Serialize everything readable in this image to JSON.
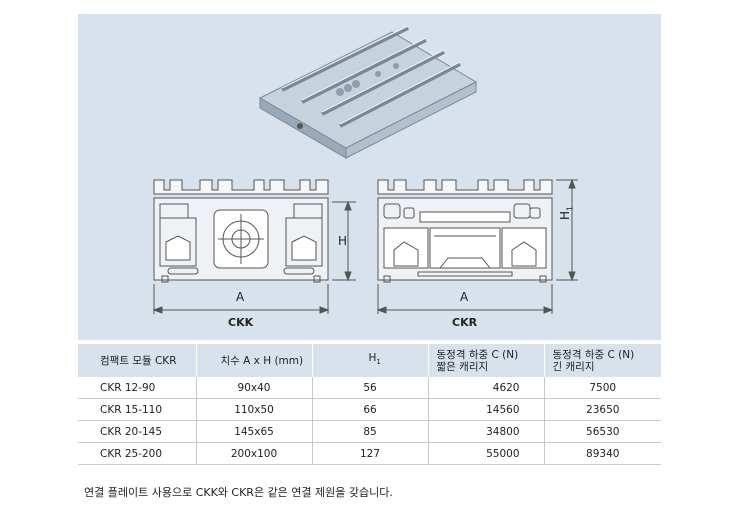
{
  "figure": {
    "captions": {
      "left": "CKK",
      "right": "CKR"
    },
    "dims": {
      "width_label": "A",
      "height_label": "H",
      "height1_main": "H",
      "height1_sub": "1"
    }
  },
  "table": {
    "headers": [
      {
        "line1": "컴팩트 모듈 CKR",
        "line2": ""
      },
      {
        "line1": "치수 A x H (mm)",
        "line2": ""
      },
      {
        "line1": "H",
        "sub": "1",
        "line2": ""
      },
      {
        "line1": "동정격 하중 C (N)",
        "line2": "짧은 캐리지"
      },
      {
        "line1": "동정격 하중 C (N)",
        "line2": "긴 캐리지"
      }
    ],
    "rows": [
      [
        "CKR 12-90",
        "90x40",
        "56",
        "4620",
        "7500"
      ],
      [
        "CKR 15-110",
        "110x50",
        "66",
        "14560",
        "23650"
      ],
      [
        "CKR 20-145",
        "145x65",
        "85",
        "34800",
        "56530"
      ],
      [
        "CKR 25-200",
        "200x100",
        "127",
        "55000",
        "89340"
      ]
    ]
  },
  "note": "연결 플레이트 사용으로 CKK와 CKR은 같은 연결 제원을 갖습니다.",
  "colors": {
    "panel": "#d8e2ec",
    "line": "#555555"
  }
}
